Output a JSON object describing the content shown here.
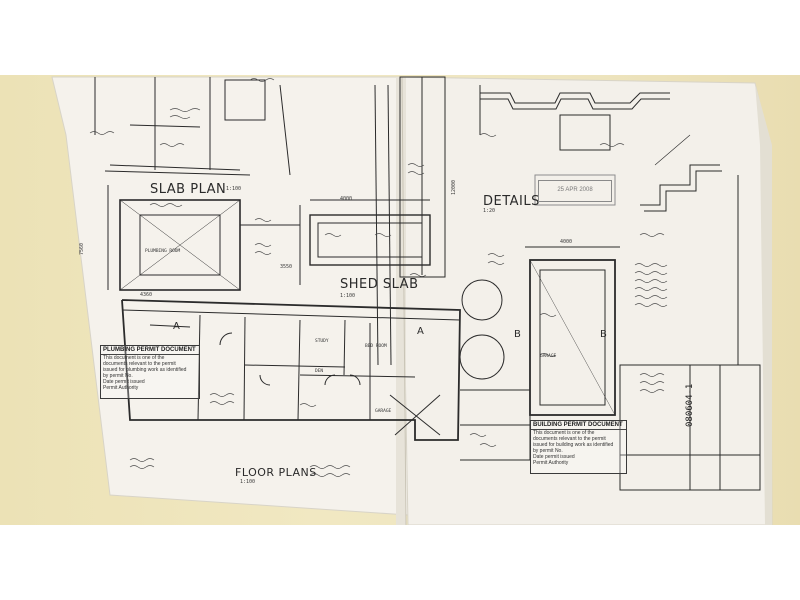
{
  "drawing": {
    "slab_plan_title": "SLAB PLAN",
    "slab_plan_scale": "1:100",
    "shed_slab_title": "SHED SLAB",
    "shed_slab_scale": "1:100",
    "details_title": "DETAILS",
    "details_scale": "1:20",
    "floor_plans_title": "FLOOR PLANS",
    "floor_plans_scale": "1:100",
    "section_markers": [
      "A",
      "A",
      "B",
      "B"
    ],
    "dimensions": [
      "4000",
      "4000",
      "3550",
      "12000",
      "4360",
      "7560"
    ],
    "room_labels": [
      "PLUMBING ROOM",
      "STUDY",
      "BED ROOM",
      "GARAGE",
      "DEN",
      "GARAGE"
    ],
    "drawing_number": "080604-1",
    "stamp_date": "25 APR 2008"
  },
  "plumbing_permit": {
    "title": "PLUMBING PERMIT DOCUMENT",
    "lines": [
      "This document is one of the",
      "documents relevant to the permit",
      "issued for plumbing work as identified",
      "by permit No.",
      "Date permit issued",
      "Permit Authority"
    ]
  },
  "building_permit": {
    "title": "BUILDING PERMIT DOCUMENT",
    "lines": [
      "This document is one of the",
      "documents relevant to the permit",
      "issued for building work as identified",
      "by permit No.",
      "Date permit issued",
      "Permit Authority"
    ]
  },
  "colors": {
    "wall": "#efe6bf",
    "paper": "#f4f1ea",
    "ink": "#2a2a2a"
  }
}
